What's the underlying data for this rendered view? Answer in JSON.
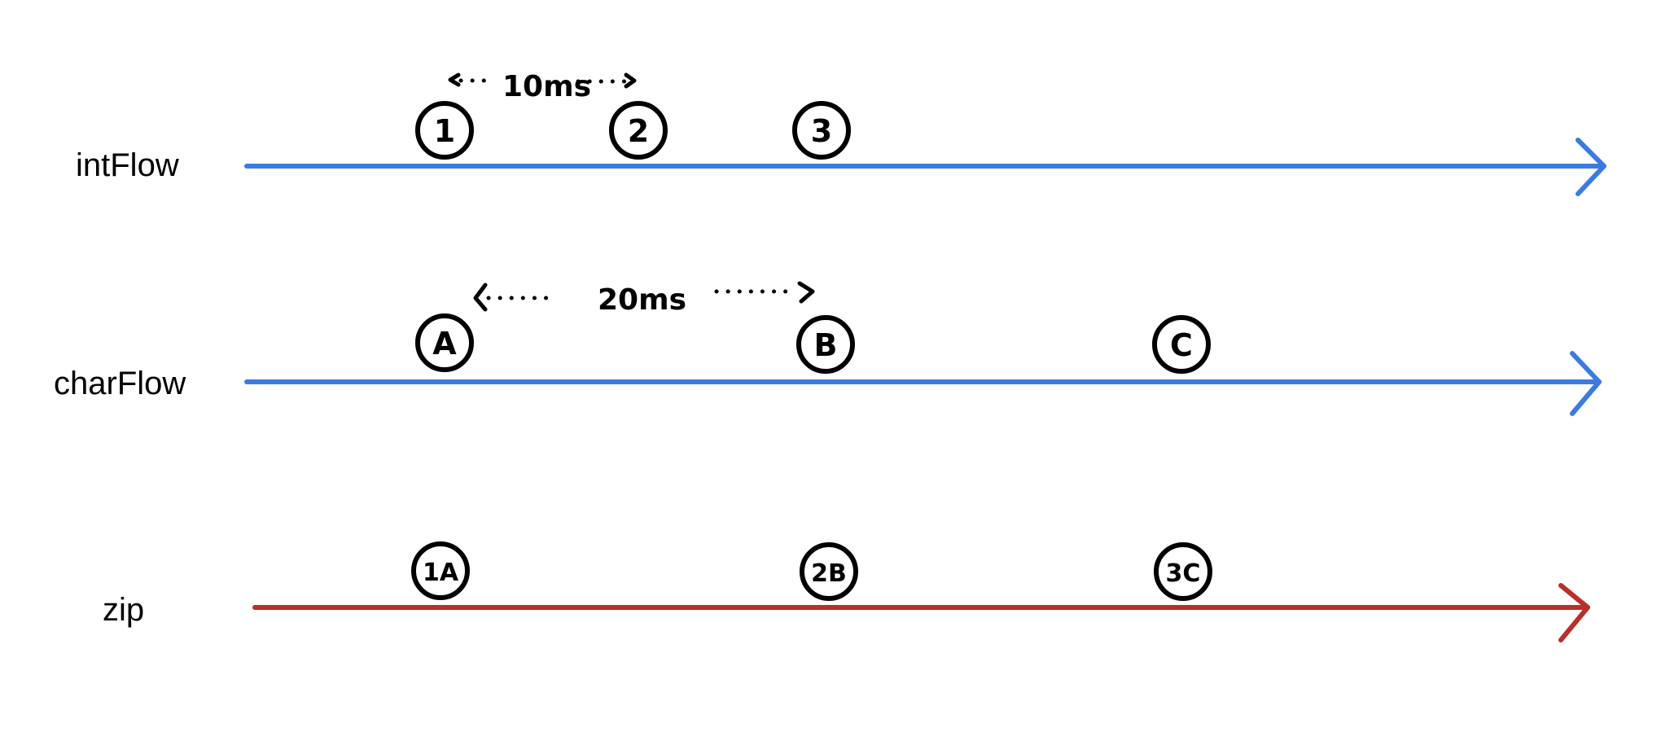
{
  "colors": {
    "stream_line": "#3b7be0",
    "result_line": "#b8302a",
    "marble_border": "#000000",
    "text": "#000000"
  },
  "rows": {
    "int_flow": {
      "label": "intFlow",
      "marbles": [
        {
          "text": "1",
          "icon": "marble-circle"
        },
        {
          "text": "2",
          "icon": "marble-circle"
        },
        {
          "text": "3",
          "icon": "marble-circle"
        }
      ],
      "interval_note": "10ms"
    },
    "char_flow": {
      "label": "charFlow",
      "marbles": [
        {
          "text": "A",
          "icon": "marble-circle"
        },
        {
          "text": "B",
          "icon": "marble-circle"
        },
        {
          "text": "C",
          "icon": "marble-circle"
        }
      ],
      "interval_note": "20ms"
    },
    "zip": {
      "label": "zip",
      "marbles": [
        {
          "text": "1A",
          "icon": "marble-circle"
        },
        {
          "text": "2B",
          "icon": "marble-circle"
        },
        {
          "text": "3C",
          "icon": "marble-circle"
        }
      ]
    }
  }
}
